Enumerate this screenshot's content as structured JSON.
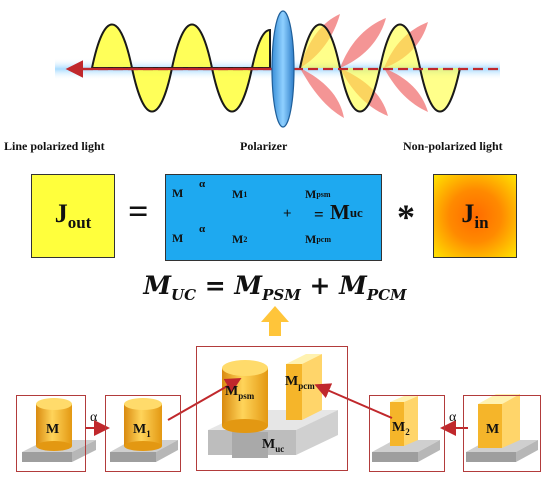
{
  "labels": {
    "line_polarized": "Line polarized light",
    "polarizer": "Polarizer",
    "non_polarized": "Non-polarized light"
  },
  "equation": {
    "j_out_main": "J",
    "j_out_sub": "out",
    "equals": "=",
    "row1_start": "M",
    "row1_alpha": "α",
    "row1_mid": "M",
    "row1_mid_sub": "1",
    "row1_end": "M",
    "row1_end_sub": "psm",
    "plus": "+",
    "row2_start": "M",
    "row2_alpha": "α",
    "row2_mid": "M",
    "row2_mid_sub": "2",
    "row2_end": "M",
    "row2_end_sub": "pcm",
    "equals_inner": "=",
    "m_uc_main": "M",
    "m_uc_sub": "uc",
    "times": "*",
    "j_in_main": "J",
    "j_in_sub": "in"
  },
  "formula": {
    "lhs": "M",
    "lhs_sub": "UC",
    "eq": " = ",
    "t1": "M",
    "t1_sub": "PSM",
    "plus": " + ",
    "t2": "M",
    "t2_sub": "PCM"
  },
  "bottom": {
    "m_left": "M",
    "alpha_left": "α",
    "m1_main": "M",
    "m1_sub": "1",
    "mpsm_main": "M",
    "mpsm_sub": "psm",
    "mpcm_main": "M",
    "mpcm_sub": "pcm",
    "muc_main": "M",
    "muc_sub": "uc",
    "m2_main": "M",
    "m2_sub": "2",
    "alpha_right": "α",
    "m_right": "M"
  },
  "colors": {
    "yellow": "#ffff3c",
    "blue": "#1ea9f0",
    "orange": "#f5a21c",
    "red_arrow": "#c0282c",
    "pink_wave": "#f07272"
  }
}
